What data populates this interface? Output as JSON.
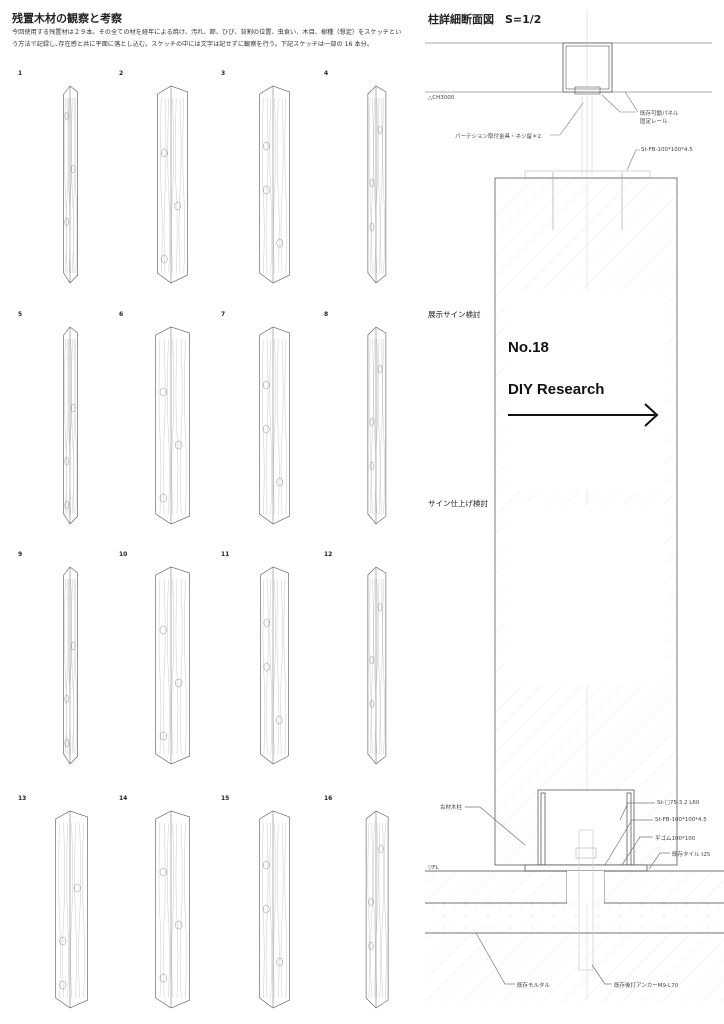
{
  "left": {
    "title": "残置木材の観察と考察",
    "description": "今回使用する残置材は２９本。その全ての材を経年による焼け、汚れ、節、ひび、背割の位置、虫食い、木目、樹種（想定）をスケッチという方法で記録し､存在感と共に平面に落とし込む。スケッチの中には文字は記せずに観察を行う。下記スケッチは一部の 16 本分。",
    "sketches": [
      "1",
      "2",
      "3",
      "4",
      "5",
      "6",
      "7",
      "8",
      "9",
      "10",
      "11",
      "12",
      "13",
      "14",
      "15",
      "16"
    ]
  },
  "right": {
    "section_title": "柱詳細断面図　S=1/2",
    "ch_label": "△CH3000",
    "rail_label_1": "既存可動パネル",
    "rail_label_2": "固定レール",
    "partition_label": "パーテション取付金具・ネジ留＊2",
    "fb_top_label": "St-FB-100*100*4.5",
    "sign_title": "展示サイン検討",
    "sign_number": "No.18",
    "sign_name": "DIY Research",
    "finish_title": "サイン仕上げ検討",
    "wood_post_label": "古材木柱",
    "st_box_label": "St-□75-3.2 L60",
    "fb_bottom_label": "St-FB-100*100*4.5",
    "rubber_label": "平ゴム100*100",
    "tile_label": "既存タイル t25",
    "fl_label": "▽FL",
    "mortar_label": "既存モルタル",
    "anchor_label": "既存後打アンカーM9-L70"
  }
}
